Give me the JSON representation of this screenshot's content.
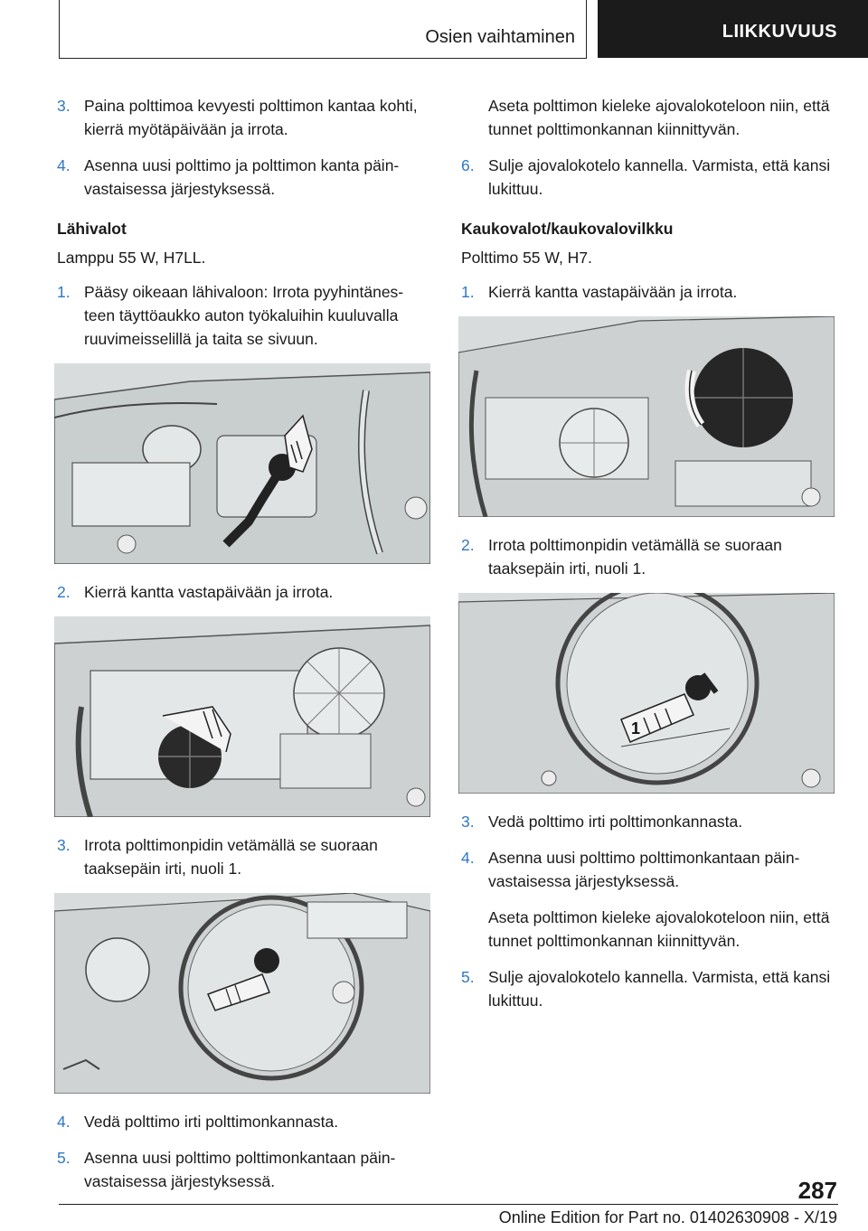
{
  "header": {
    "section": "Osien vaihtaminen",
    "chapter": "LIIKKUVUUS"
  },
  "left": {
    "s3_num": "3.",
    "s3_text": "Paina polttimoa kevyesti polttimon kantaa kohti, kierrä myötäpäivään ja irrota.",
    "s4_num": "4.",
    "s4_text": "Asenna uusi polttimo ja polttimon kanta päin-vastaisessa järjestyksessä.",
    "heading": "Lähivalot",
    "sub": "Lamppu 55 W, H7LL.",
    "l1_num": "1.",
    "l1_text": "Pääsy oikeaan lähivaloon: Irrota pyyhintänes-teen täyttöaukko auton työkaluihin kuuluvalla ruuvimeisselillä ja taita se sivuun.",
    "l2_num": "2.",
    "l2_text": "Kierrä kantta vastapäivään ja irrota.",
    "l3_num": "3.",
    "l3_text": "Irrota polttimonpidin vetämällä se suoraan taaksepäin irti, nuoli 1.",
    "l4_num": "4.",
    "l4_text": "Vedä polttimo irti polttimonkannasta.",
    "l5_num": "5.",
    "l5_text": "Asenna uusi polttimo polttimonkantaan päin-vastaisessa järjestyksessä."
  },
  "right": {
    "note1": "Aseta polttimon kieleke ajovalokoteloon niin, että tunnet polttimonkannan kiinnittyvän.",
    "s6_num": "6.",
    "s6_text": "Sulje ajovalokotelo kannella. Varmista, että kansi lukittuu.",
    "heading": "Kaukovalot/kaukovalovilkku",
    "sub": "Polttimo 55 W, H7.",
    "k1_num": "1.",
    "k1_text": "Kierrä kantta vastapäivään ja irrota.",
    "k2_num": "2.",
    "k2_text": "Irrota polttimonpidin vetämällä se suoraan taaksepäin irti, nuoli 1.",
    "callout": "1",
    "k3_num": "3.",
    "k3_text": "Vedä polttimo irti polttimonkannasta.",
    "k4_num": "4.",
    "k4_text": "Asenna uusi polttimo polttimonkantaan päin-vastaisessa järjestyksessä.",
    "note2": "Aseta polttimon kieleke ajovalokoteloon niin, että tunnet polttimonkannan kiinnittyvän.",
    "k5_num": "5.",
    "k5_text": "Sulje ajovalokotelo kannella. Varmista, että kansi lukittuu."
  },
  "footer": {
    "page_number": "287",
    "edition": "Online Edition for Part no. 01402630908 - X/19"
  }
}
